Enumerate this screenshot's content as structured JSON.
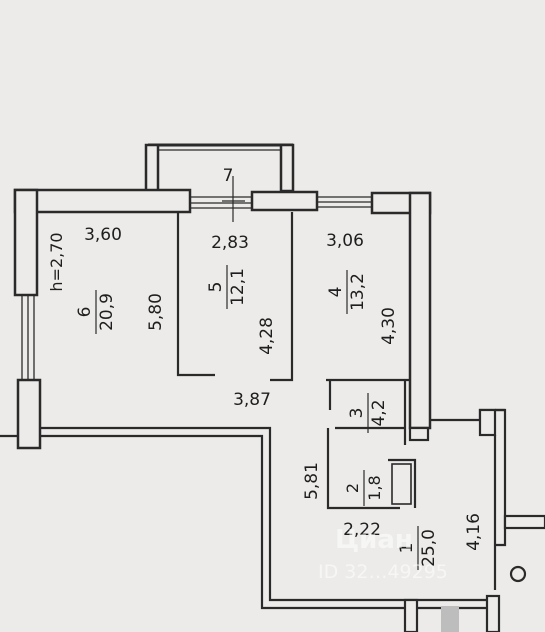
{
  "rooms": [
    {
      "number": "7",
      "area": ""
    },
    {
      "number": "6",
      "area": "20,9"
    },
    {
      "number": "5",
      "area": "12,1"
    },
    {
      "number": "4",
      "area": "13,2"
    },
    {
      "number": "3",
      "area": "4,2"
    },
    {
      "number": "2",
      "area": "1,8"
    },
    {
      "number": "1",
      "area": "25,0"
    }
  ],
  "dimensions": [
    "3,60",
    "2,83",
    "3,06",
    "5,80",
    "4,28",
    "4,30",
    "3,87",
    "5,81",
    "2,22",
    "4,16"
  ],
  "ceiling_height": "h=2,70",
  "watermark": {
    "brand": "Циан",
    "id": "ID 32…49295"
  },
  "colors": {
    "wall": "#2a2a2a",
    "paper": "#ecebe9",
    "ink": "#1e1e1e"
  }
}
